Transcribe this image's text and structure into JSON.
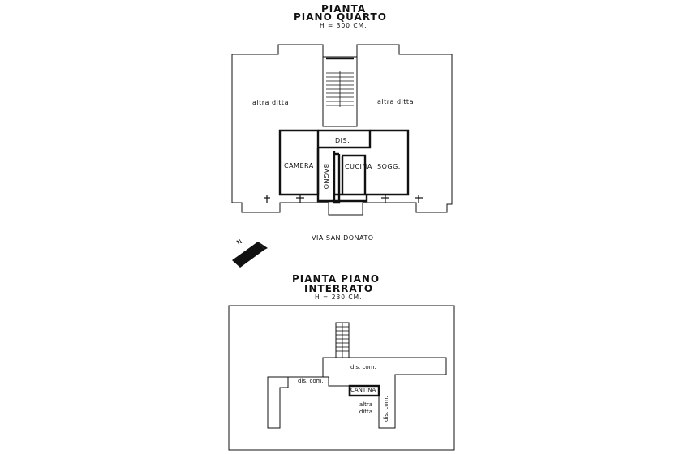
{
  "upper_plan": {
    "title_line1": "PIANTA",
    "title_line2": "PIANO QUARTO",
    "height_note": "H = 300 CM.",
    "rooms": {
      "dis": "DIS.",
      "camera": "CAMERA",
      "bagno": "BAGNO",
      "cucina": "CUCINA",
      "sogg": "SOGG."
    },
    "other_left": "altra ditta",
    "other_right": "altra ditta",
    "street": "VIA SAN DONATO"
  },
  "compass": {
    "label": "N"
  },
  "lower_plan": {
    "title_line1": "PIANTA PIANO",
    "title_line2": "INTERRATO",
    "height_note": "H = 230 CM.",
    "labels": {
      "dis_com_top": "dis. com.",
      "dis_com_left": "dis. com.",
      "cantina": "CANTINA",
      "altra_ditta": "altra ditta",
      "dis_com_right": "dis. com."
    }
  }
}
